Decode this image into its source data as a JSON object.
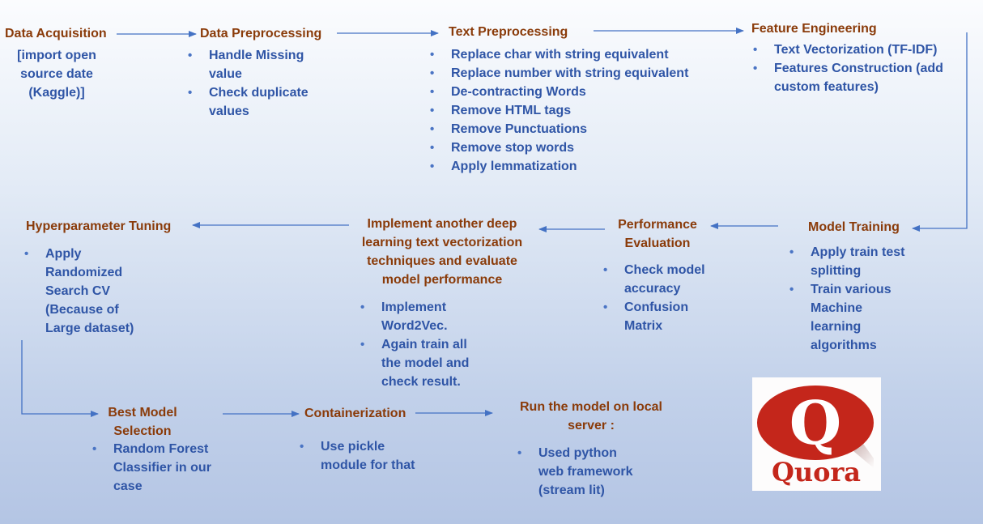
{
  "steps": {
    "acquisition": {
      "title": "Data Acquisition",
      "lines": [
        "[import open",
        "source date",
        "(Kaggle)]"
      ]
    },
    "preprocessing": {
      "title": "Data Preprocessing",
      "bullets": [
        [
          "Handle Missing",
          "value"
        ],
        [
          "Check duplicate",
          "values"
        ]
      ]
    },
    "text_preprocessing": {
      "title": "Text Preprocessing",
      "bullets": [
        [
          "Replace char with string equivalent"
        ],
        [
          "Replace number with string equivalent"
        ],
        [
          "De-contracting Words"
        ],
        [
          "Remove HTML tags"
        ],
        [
          "Remove Punctuations"
        ],
        [
          "Remove stop words"
        ],
        [
          "Apply lemmatization"
        ]
      ]
    },
    "feature_engineering": {
      "title": "Feature Engineering",
      "bullets": [
        [
          "Text Vectorization (TF-IDF)"
        ],
        [
          "Features Construction (add",
          "custom features)"
        ]
      ]
    },
    "model_training": {
      "title": "Model Training",
      "bullets": [
        [
          "Apply train test",
          "splitting"
        ],
        [
          "Train various",
          "Machine",
          "learning",
          "algorithms"
        ]
      ]
    },
    "performance": {
      "title_lines": [
        "Performance",
        "Evaluation"
      ],
      "bullets": [
        [
          "Check model",
          "accuracy"
        ],
        [
          "Confusion",
          "Matrix"
        ]
      ]
    },
    "deep_learning": {
      "title_lines": [
        "Implement another deep",
        "learning text vectorization",
        "techniques and evaluate",
        "model performance"
      ],
      "bullets": [
        [
          "Implement",
          "Word2Vec."
        ],
        [
          "Again train all",
          "the model and",
          "check result."
        ]
      ]
    },
    "hyperparameter": {
      "title": "Hyperparameter Tuning",
      "bullets": [
        [
          "Apply",
          "Randomized",
          "Search CV",
          "(Because of",
          "Large dataset)"
        ]
      ]
    },
    "best_model": {
      "title_lines": [
        "Best Model",
        "Selection"
      ],
      "bullets": [
        [
          "Random Forest",
          "Classifier in our",
          "case"
        ]
      ]
    },
    "containerization": {
      "title": "Containerization",
      "bullets": [
        [
          "Use pickle",
          "module for that"
        ]
      ]
    },
    "run_local": {
      "title_lines": [
        "Run the model on local",
        "server :"
      ],
      "bullets": [
        [
          "Used python",
          "web framework",
          "(stream lit)"
        ]
      ]
    }
  },
  "logo": {
    "glyph": "Q",
    "wordmark": "Quora",
    "brand_color": "#c4261b"
  },
  "colors": {
    "title": "#8a3b0a",
    "text": "#2f55a6",
    "arrow": "#4472c4"
  }
}
